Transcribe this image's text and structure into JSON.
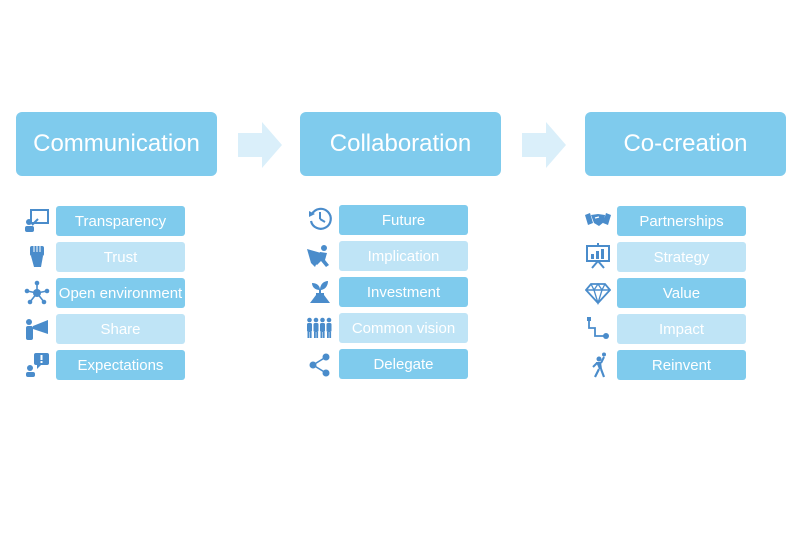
{
  "colors": {
    "primary": "#7fcbed",
    "light": "#bfe4f6",
    "arrow": "#daeffa",
    "icon": "#4a8ccb",
    "text": "#ffffff"
  },
  "columns": [
    {
      "title": "Communication",
      "items": [
        {
          "label": "Transparency",
          "icon": "presentation-icon",
          "shade": "dark"
        },
        {
          "label": "Trust",
          "icon": "raised-fist-icon",
          "shade": "light"
        },
        {
          "label": "Open environment",
          "icon": "network-icon",
          "shade": "dark"
        },
        {
          "label": "Share",
          "icon": "megaphone-icon",
          "shade": "light"
        },
        {
          "label": "Expectations",
          "icon": "speech-bubble-icon",
          "shade": "dark"
        }
      ]
    },
    {
      "title": "Collaboration",
      "items": [
        {
          "label": "Future",
          "icon": "clock-icon",
          "shade": "dark"
        },
        {
          "label": "Implication",
          "icon": "superhero-icon",
          "shade": "light"
        },
        {
          "label": "Investment",
          "icon": "plant-flask-icon",
          "shade": "dark"
        },
        {
          "label": "Common vision",
          "icon": "team-icon",
          "shade": "light"
        },
        {
          "label": "Delegate",
          "icon": "share-nodes-icon",
          "shade": "dark"
        }
      ]
    },
    {
      "title": "Co-creation",
      "items": [
        {
          "label": "Partnerships",
          "icon": "handshake-icon",
          "shade": "dark"
        },
        {
          "label": "Strategy",
          "icon": "chart-board-icon",
          "shade": "light"
        },
        {
          "label": "Value",
          "icon": "diamond-icon",
          "shade": "dark"
        },
        {
          "label": "Impact",
          "icon": "path-icon",
          "shade": "light"
        },
        {
          "label": "Reinvent",
          "icon": "juggler-icon",
          "shade": "dark"
        }
      ]
    }
  ]
}
